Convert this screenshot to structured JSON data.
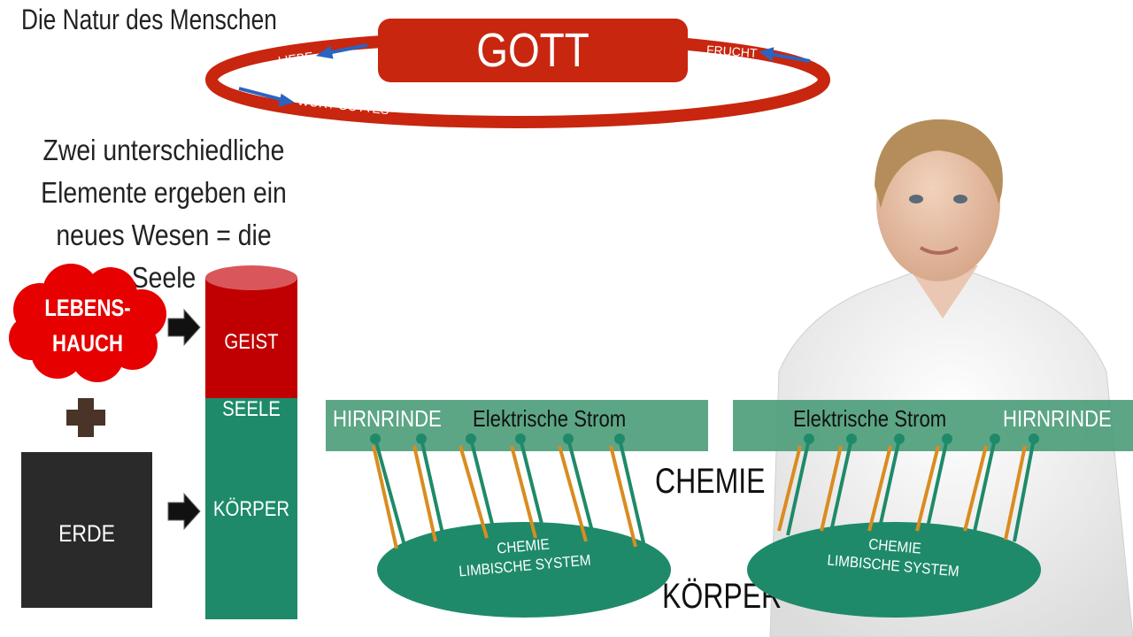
{
  "title": "Die Natur des Menschen",
  "subtitle": "Zwei unterschiedliche Elemente ergeben ein neues Wesen = die Seele",
  "ring": {
    "center_label": "GOTT",
    "labels": {
      "liebe": "LIEBE",
      "frucht": "FRUCHT",
      "wort": "WORT GOTTES"
    }
  },
  "left_diagram": {
    "cloud_label": "LEBENS-\nHAUCH",
    "plus_icon": "plus-icon",
    "erde_label": "ERDE",
    "column": {
      "geist": "GEIST",
      "seele": "SEELE",
      "koerper": "KÖRPER"
    }
  },
  "brain_left": {
    "hirnrinde": "HIRNRINDE",
    "strom": "Elektrische Strom",
    "ellipse_line1": "CHEMIE",
    "ellipse_line2": "LIMBISCHE SYSTEM"
  },
  "brain_right": {
    "hirnrinde": "HIRNRINDE",
    "strom": "Elektrische Strom",
    "ellipse_line1": "CHEMIE",
    "ellipse_line2": "LIMBISCHE SYSTEM"
  },
  "middle_labels": {
    "chemie": "CHEMIE",
    "koerper": "KÖRPER"
  },
  "colors": {
    "red": "#c8260f",
    "dark_red": "#a8170a",
    "green": "#1e8a6a",
    "band_green": "#4a9c79",
    "orange": "#d98c1f",
    "erde": "#2a2a2a",
    "plus": "#4a3428",
    "arrow_blue": "#2a64c0"
  }
}
